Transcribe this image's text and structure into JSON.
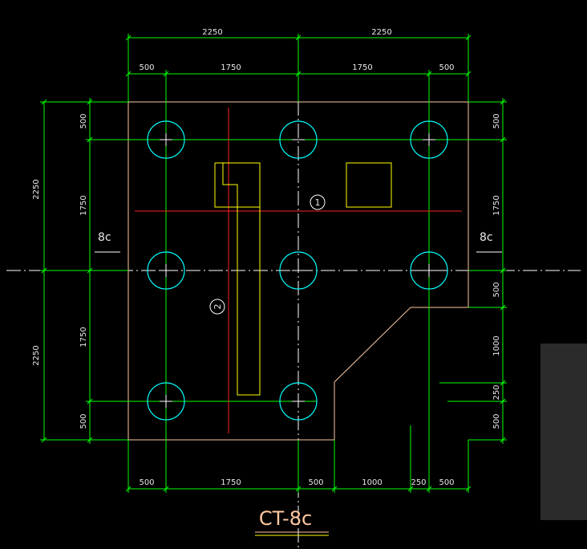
{
  "drawing_title": "CT-8c",
  "section_marks": {
    "left": "8c",
    "right": "8c"
  },
  "bubbles": {
    "one": "1",
    "two": "2"
  },
  "dimensions": {
    "top_overall": [
      "2250",
      "2250"
    ],
    "top_detail": [
      "500",
      "1750",
      "1750",
      "500"
    ],
    "bottom_detail": [
      "500",
      "1750",
      "500",
      "1000",
      "250",
      "500"
    ],
    "left_overall": [
      "2250",
      "2250"
    ],
    "left_detail": [
      "500",
      "1750",
      "1750",
      "500"
    ],
    "right_detail": [
      "500",
      "1750",
      "500",
      "1000",
      "250",
      "500"
    ]
  },
  "colors": {
    "dimension_line": "#00ff00",
    "pile_circle": "#00ffff",
    "cap_outline": "#ffc8a0",
    "section_line": "#ff2020",
    "column": "#ffff00",
    "axis": "#ffffff"
  }
}
